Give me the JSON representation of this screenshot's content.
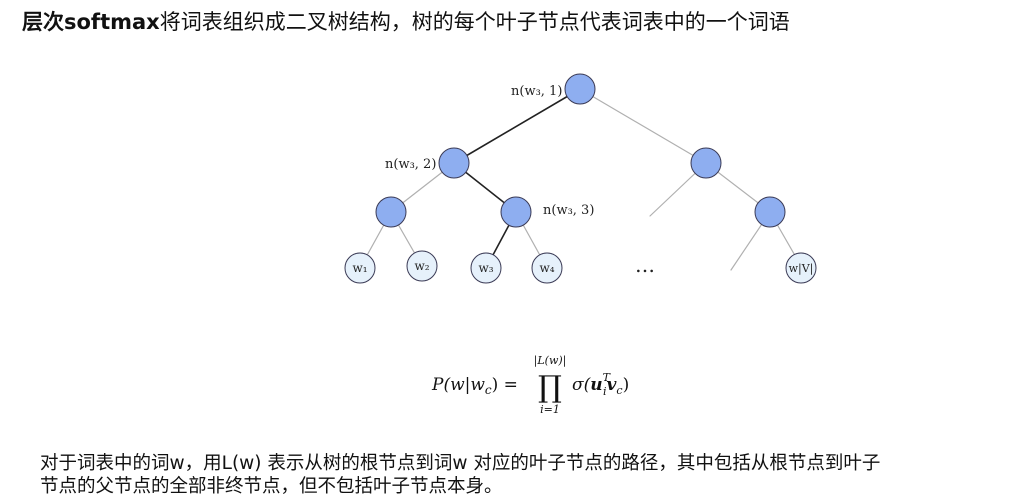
{
  "title": {
    "bold": "层次softmax",
    "rest": "将词表组织成二叉树结构，树的每个叶子节点代表词表中的一个词语"
  },
  "tree": {
    "node_labels": {
      "root": "n(w₃, 1)",
      "level2": "n(w₃, 2)",
      "level3": "n(w₃, 3)"
    },
    "leaves": {
      "w1": "w₁",
      "w2": "w₂",
      "w3": "w₃",
      "w4": "w₄",
      "wv": "w|V|"
    },
    "ellipsis": "…",
    "colors": {
      "inner_node": "#8eaef0",
      "leaf_node": "#e6f1fb",
      "node_stroke": "#3a3a55",
      "path_edge": "#222222",
      "edge": "#b0b0b0"
    }
  },
  "formula": {
    "lhs": "P(w|w",
    "lhs_sub": "c",
    "lhs_close": ") =",
    "upper_limit": "|L(w)|",
    "product": "∏",
    "lower_limit": "i=1",
    "rhs_sigma": "σ(",
    "rhs_u": "u",
    "rhs_u_sup": "T",
    "rhs_u_sub": "i",
    "rhs_v": "v",
    "rhs_v_sub": "c",
    "rhs_close": ")"
  },
  "paragraph": {
    "line1": "对于词表中的词w，用L(w) 表示从树的根节点到词w 对应的叶子节点的路径，其中包括从根节点到叶子",
    "line2": "节点的父节点的全部非终节点，但不包括叶子节点本身。"
  }
}
